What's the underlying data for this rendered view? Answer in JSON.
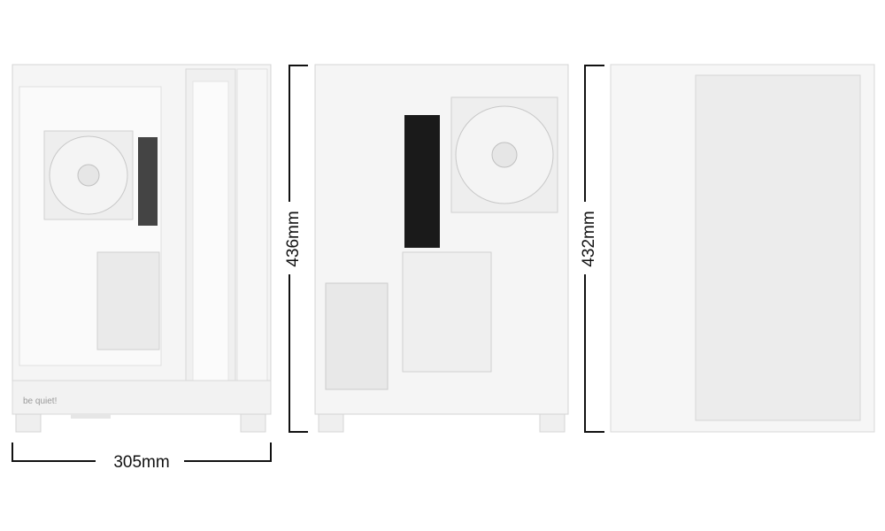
{
  "product": {
    "brand_logo": "be quiet!"
  },
  "dimensions": {
    "width": "305mm",
    "height_back": "436mm",
    "height_side": "432mm"
  },
  "colors": {
    "case": "#f4f4f4",
    "edge": "#d6d6d6",
    "io_panel": "#1a1a1a",
    "dimension_line": "#111111"
  }
}
